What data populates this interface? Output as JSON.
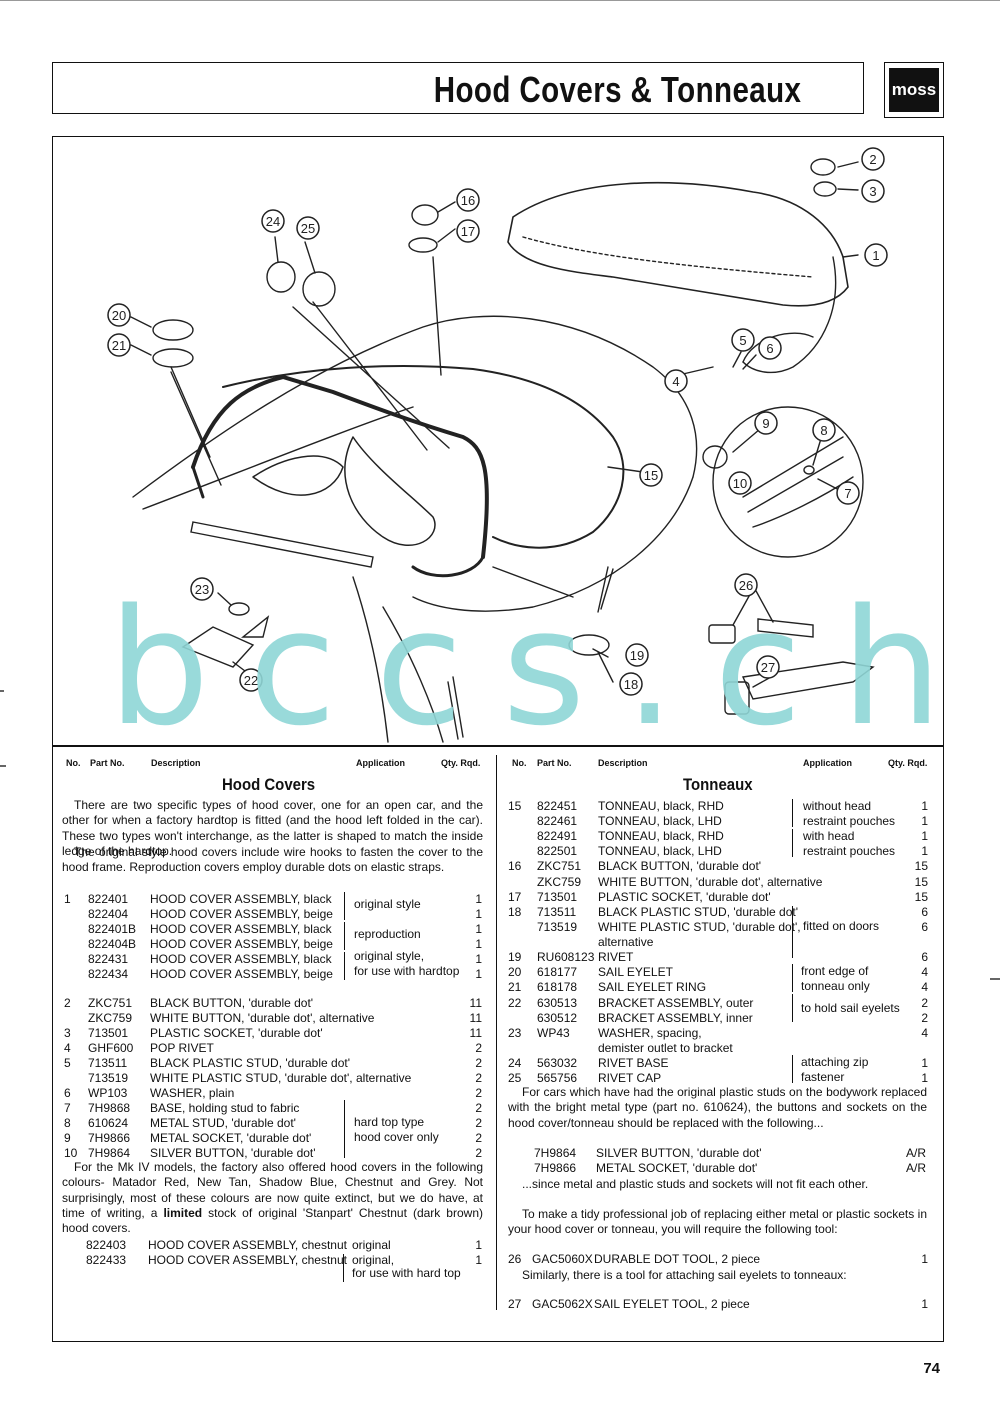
{
  "header": {
    "title": "Hood Covers & Tonneaux",
    "logo": "moss"
  },
  "watermark": {
    "text": "b c c s . c h",
    "color": "#8fd6d6"
  },
  "callouts": [
    "1",
    "2",
    "3",
    "4",
    "5",
    "6",
    "7",
    "8",
    "9",
    "10",
    "15",
    "16",
    "17",
    "18",
    "19",
    "20",
    "21",
    "22",
    "23",
    "24",
    "25",
    "26",
    "27"
  ],
  "columns": {
    "no": "No.",
    "part": "Part No.",
    "desc": "Description",
    "app": "Application",
    "qty": "Qty. Rqd."
  },
  "left": {
    "heading": "Hood Covers",
    "intro1": "There are two specific types of hood cover, one for an open car, and the other for when a factory hardtop is fitted (and the hood left folded in the car). These two types won't interchange, as the latter is shaped to match the inside ledge of the hardtop.",
    "intro2": "The original style hood covers include wire hooks to fasten the cover to the hood frame. Reproduction covers employ durable dots on elastic straps.",
    "rows": [
      {
        "no": "1",
        "part": "822401",
        "desc": "HOOD COVER ASSEMBLY, black",
        "qty": "1"
      },
      {
        "no": "",
        "part": "822404",
        "desc": "HOOD COVER ASSEMBLY, beige",
        "qty": "1"
      },
      {
        "no": "",
        "part": "822401B",
        "desc": "HOOD COVER ASSEMBLY, black",
        "qty": "1"
      },
      {
        "no": "",
        "part": "822404B",
        "desc": "HOOD COVER ASSEMBLY, beige",
        "qty": "1"
      },
      {
        "no": "",
        "part": "822431",
        "desc": "HOOD COVER ASSEMBLY, black",
        "qty": "1"
      },
      {
        "no": "",
        "part": "822434",
        "desc": "HOOD COVER ASSEMBLY, beige",
        "qty": "1"
      },
      {
        "no": "2",
        "part": "ZKC751",
        "desc": "BLACK BUTTON, 'durable dot'",
        "qty": "11"
      },
      {
        "no": "",
        "part": "ZKC759",
        "desc": "WHITE BUTTON, 'durable dot', alternative",
        "qty": "11"
      },
      {
        "no": "3",
        "part": "713501",
        "desc": "PLASTIC SOCKET, 'durable dot'",
        "qty": "11"
      },
      {
        "no": "4",
        "part": "GHF600",
        "desc": "POP RIVET",
        "qty": "2"
      },
      {
        "no": "5",
        "part": "713511",
        "desc": "BLACK PLASTIC STUD, 'durable dot'",
        "qty": "2"
      },
      {
        "no": "",
        "part": "713519",
        "desc": "WHITE PLASTIC STUD, 'durable dot', alternative",
        "qty": "2"
      },
      {
        "no": "6",
        "part": "WP103",
        "desc": "WASHER, plain",
        "qty": "2"
      },
      {
        "no": "7",
        "part": "7H9868",
        "desc": "BASE, holding stud to fabric",
        "qty": "2"
      },
      {
        "no": "8",
        "part": "610624",
        "desc": "METAL STUD, 'durable dot'",
        "qty": "2"
      },
      {
        "no": "9",
        "part": "7H9866",
        "desc": "METAL SOCKET, 'durable dot'",
        "qty": "2"
      },
      {
        "no": "10",
        "part": "7H9864",
        "desc": "SILVER BUTTON, 'durable dot'",
        "qty": "2"
      }
    ],
    "apps": {
      "a1": "original style",
      "a2": "reproduction",
      "a3a": "original style,",
      "a3b": "for use with hardtop",
      "a4a": "hard top type",
      "a4b": "hood cover only"
    },
    "mk_pre": "For the Mk IV models, the factory also offered hood covers in the following colours- Matador Red, New Tan, Shadow Blue, Chestnut and Grey. Not surprisingly, most of these colours are now quite extinct, but we do have, at time of writing, a ",
    "mk_bold": "limited",
    "mk_post": " stock of original 'Stanpart' Chestnut (dark brown) hood covers.",
    "chestnut": [
      {
        "part": "822403",
        "desc": "HOOD COVER ASSEMBLY, chestnut",
        "app": "original",
        "qty": "1"
      },
      {
        "part": "822433",
        "desc": "HOOD COVER ASSEMBLY, chestnut",
        "app": "original,",
        "qty": "1"
      }
    ],
    "chestnut_app2": "for use with hard top"
  },
  "right": {
    "heading": "Tonneaux",
    "rows": [
      {
        "no": "15",
        "part": "822451",
        "desc": "TONNEAU, black, RHD",
        "qty": "1"
      },
      {
        "no": "",
        "part": "822461",
        "desc": "TONNEAU, black, LHD",
        "qty": "1"
      },
      {
        "no": "",
        "part": "822491",
        "desc": "TONNEAU, black, RHD",
        "qty": "1"
      },
      {
        "no": "",
        "part": "822501",
        "desc": "TONNEAU, black, LHD",
        "qty": "1"
      },
      {
        "no": "16",
        "part": "ZKC751",
        "desc": "BLACK BUTTON, 'durable dot'",
        "qty": "15"
      },
      {
        "no": "",
        "part": "ZKC759",
        "desc": "WHITE BUTTON, 'durable dot', alternative",
        "qty": "15"
      },
      {
        "no": "17",
        "part": "713501",
        "desc": "PLASTIC SOCKET, 'durable dot'",
        "qty": "15"
      },
      {
        "no": "18",
        "part": "713511",
        "desc": "BLACK PLASTIC STUD, 'durable dot'",
        "qty": "6"
      },
      {
        "no": "",
        "part": "713519",
        "desc": "WHITE PLASTIC STUD, 'durable dot',",
        "qty": "6"
      },
      {
        "no": "",
        "part": "",
        "desc": "alternative",
        "qty": ""
      },
      {
        "no": "19",
        "part": "RU608123",
        "desc": "RIVET",
        "qty": "6"
      },
      {
        "no": "20",
        "part": "618177",
        "desc": "SAIL EYELET",
        "qty": "4"
      },
      {
        "no": "21",
        "part": "618178",
        "desc": "SAIL EYELET RING",
        "qty": "4"
      },
      {
        "no": "22",
        "part": "630513",
        "desc": "BRACKET ASSEMBLY, outer",
        "qty": "2"
      },
      {
        "no": "",
        "part": "630512",
        "desc": "BRACKET ASSEMBLY, inner",
        "qty": "2"
      },
      {
        "no": "23",
        "part": "WP43",
        "desc": "WASHER, spacing,",
        "qty": "4"
      },
      {
        "no": "",
        "part": "",
        "desc": "demister outlet to bracket",
        "qty": ""
      },
      {
        "no": "24",
        "part": "563032",
        "desc": "RIVET BASE",
        "qty": "1"
      },
      {
        "no": "25",
        "part": "565756",
        "desc": "RIVET CAP",
        "qty": "1"
      }
    ],
    "apps": {
      "b1a": "without head",
      "b1b": "restraint pouches",
      "b2a": "with head",
      "b2b": "restraint pouches",
      "b3": "fitted on doors",
      "b4a": "front edge of",
      "b4b": "tonneau only",
      "b5": "to hold sail eyelets",
      "b6a": "attaching zip",
      "b6b": "fastener"
    },
    "note1": "For cars which have had the original plastic studs on the bodywork replaced with the bright metal type (part no. 610624), the buttons and sockets on the hood cover/tonneau should be replaced with the following...",
    "extra": [
      {
        "part": "7H9864",
        "desc": "SILVER BUTTON, 'durable dot'",
        "qty": "A/R"
      },
      {
        "part": "7H9866",
        "desc": "METAL SOCKET, 'durable dot'",
        "qty": "A/R"
      }
    ],
    "note2": "...since metal and plastic studs and sockets will not fit each other.",
    "note3": "To make a tidy professional job of replacing either metal or plastic sockets in your hood cover or tonneau, you will require the following tool:",
    "tool1": {
      "no": "26",
      "part": "GAC5060X",
      "desc": "DURABLE DOT TOOL, 2 piece",
      "qty": "1"
    },
    "note4": "Similarly, there is a tool for attaching sail eyelets to tonneaux:",
    "tool2": {
      "no": "27",
      "part": "GAC5062X",
      "desc": "SAIL EYELET TOOL, 2 piece",
      "qty": "1"
    }
  },
  "page_number": "74"
}
